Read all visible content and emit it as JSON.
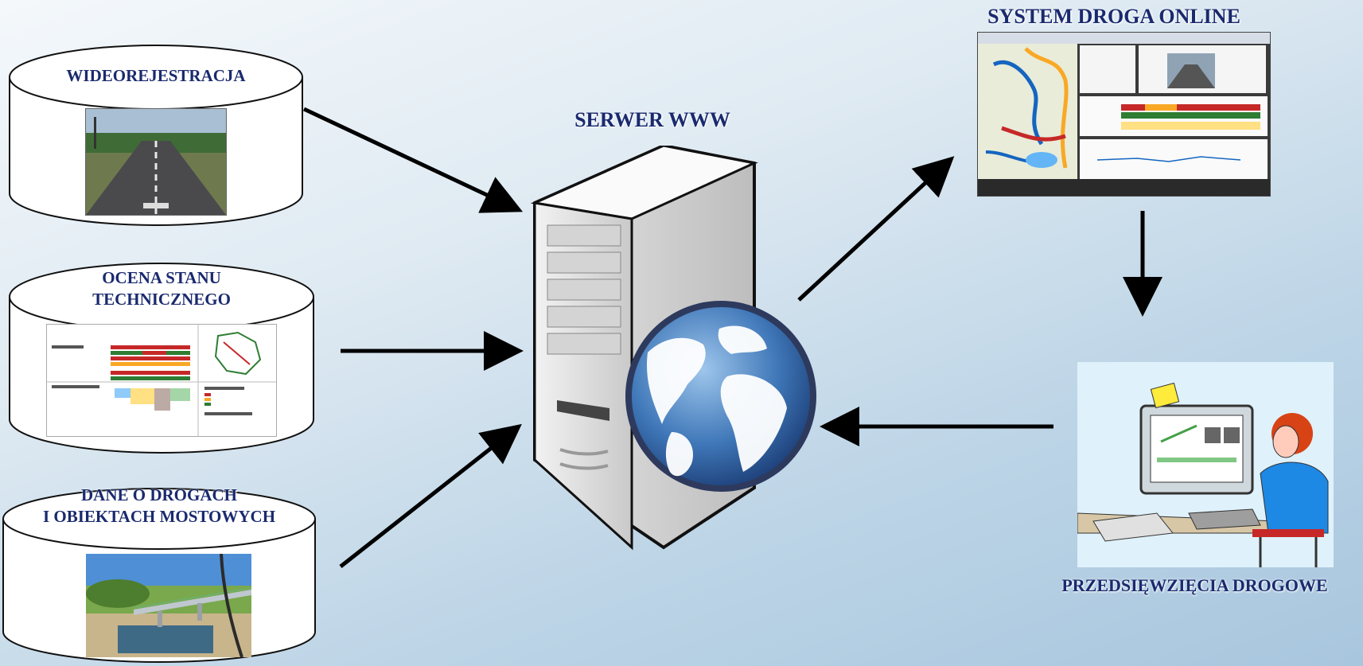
{
  "left_sources": [
    {
      "title": "WIDEOREJESTRACJA",
      "thumb": "road-video-photo"
    },
    {
      "title_line1": "OCENA STANU",
      "title_line2": "TECHNICZNEGO",
      "thumb": "technical-assessment-screenshot"
    },
    {
      "title_line1": "DANE O  DROGACH",
      "title_line2": "I OBIEKTACH MOSTOWYCH",
      "thumb": "bridge-photo"
    }
  ],
  "server": {
    "label": "SERWER WWW",
    "icon": "server-globe-icon"
  },
  "system": {
    "label": "SYSTEM DROGA ONLINE",
    "thumb": "system-screenshot"
  },
  "projects": {
    "label": "PRZEDSIĘWZIĘCIA DROGOWE",
    "thumb": "user-at-computer-illustration"
  },
  "colors": {
    "label": "#1a2a6e",
    "arrow": "#000000"
  }
}
